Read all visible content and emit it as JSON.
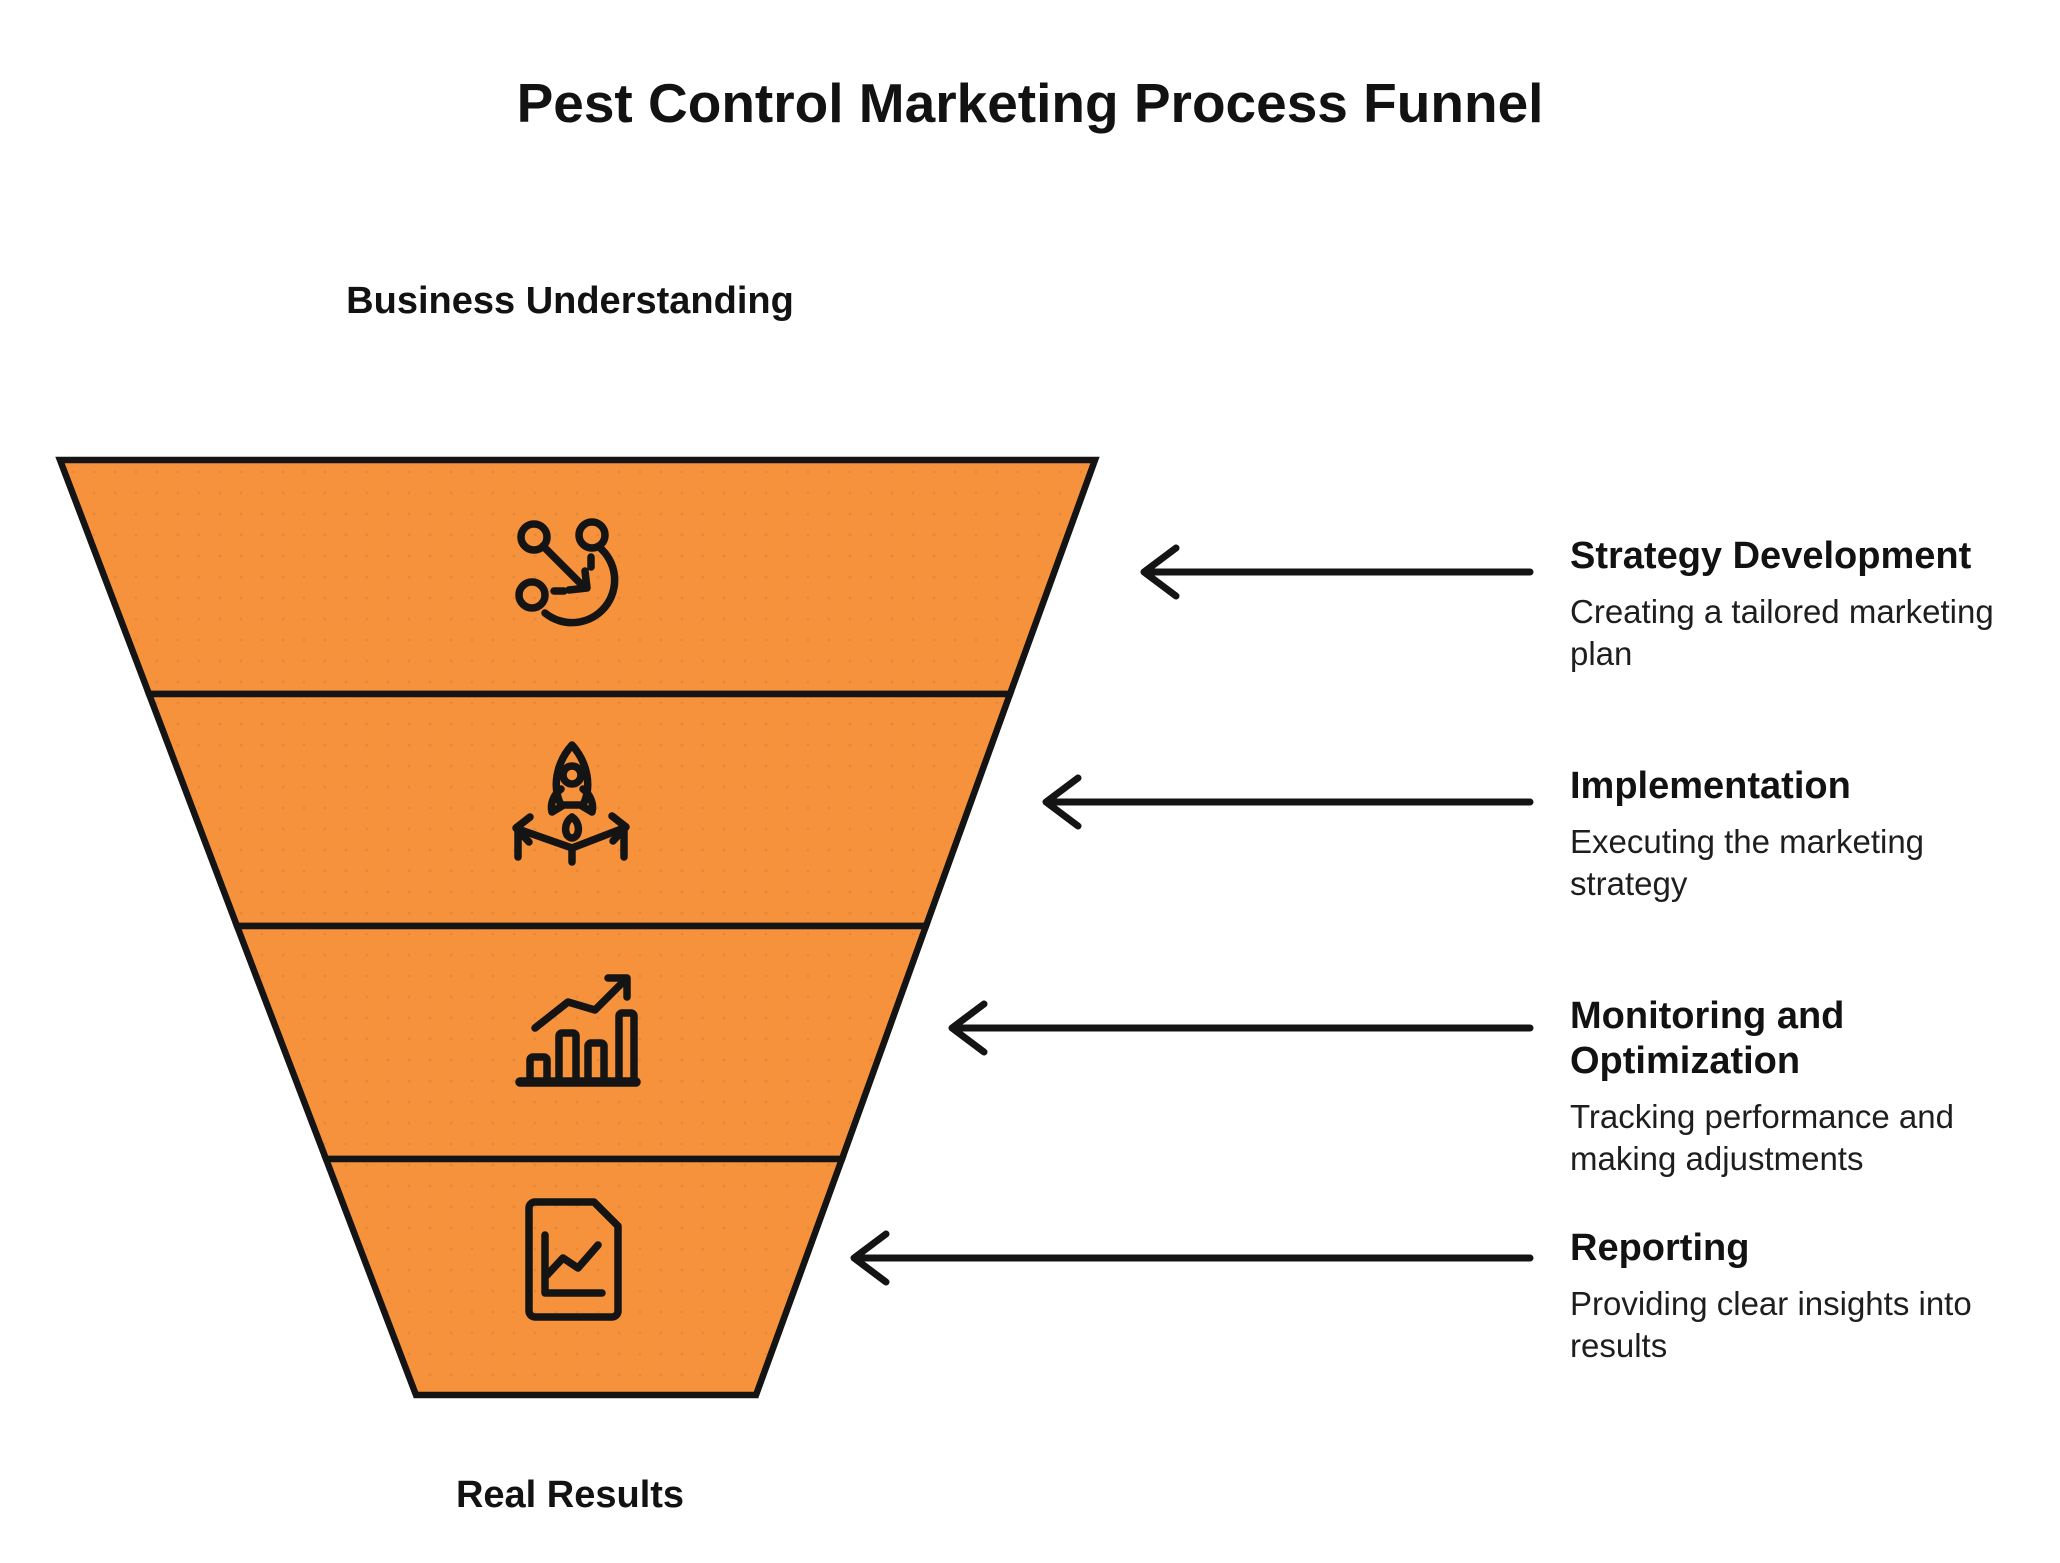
{
  "title": "Pest Control Marketing Process Funnel",
  "colors": {
    "funnel_fill": "#F6923C",
    "outline": "#141414",
    "background": "#FFFFFF",
    "text": "#1A1A1A"
  },
  "funnel": {
    "top_label": "Business Understanding",
    "bottom_label": "Real Results",
    "fill_color": "#F6923C",
    "stages": [
      {
        "name": "strategy-development",
        "icon": "strategy-route-icon",
        "heading": "Strategy Development",
        "description": "Creating a tailored marketing plan"
      },
      {
        "name": "implementation",
        "icon": "rocket-launch-icon",
        "heading": "Implementation",
        "description": "Executing the marketing strategy"
      },
      {
        "name": "monitoring-and-optimization",
        "icon": "growth-bar-chart-icon",
        "heading": "Monitoring and Optimization",
        "description": "Tracking performance and making adjustments"
      },
      {
        "name": "reporting",
        "icon": "report-document-icon",
        "heading": "Reporting",
        "description": "Providing clear insights into results"
      }
    ]
  }
}
